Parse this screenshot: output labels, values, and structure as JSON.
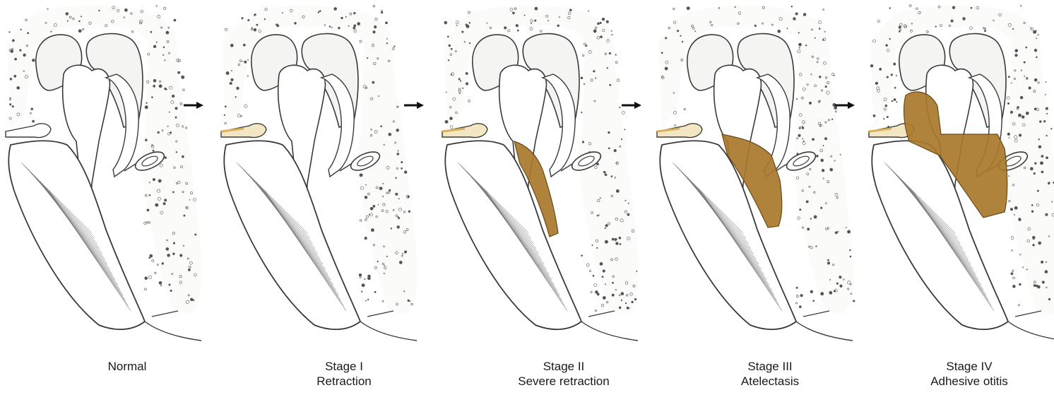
{
  "stages": [
    {
      "title": "Normal",
      "subtitle": ""
    },
    {
      "title": "Stage I",
      "subtitle": "Retraction"
    },
    {
      "title": "Stage II",
      "subtitle": "Severe retraction"
    },
    {
      "title": "Stage III",
      "subtitle": "Atelectasis"
    },
    {
      "title": "Stage IV",
      "subtitle": "Adhesive otitis"
    }
  ],
  "colors": {
    "outline": "#3a3a3a",
    "bone_fill": "#f4f4f2",
    "stipple": "#555555",
    "adhesion": "#a8782a",
    "retraction_tint": "#d9b25a",
    "arrow": "#111111"
  }
}
